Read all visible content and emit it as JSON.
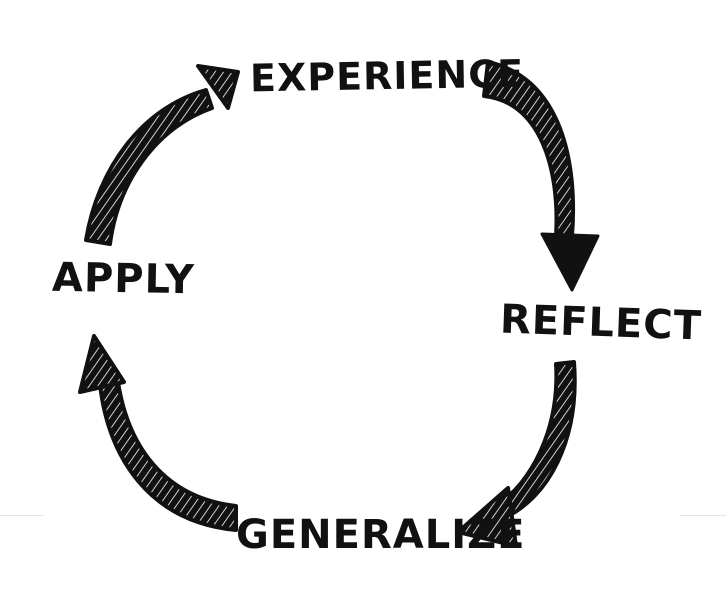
{
  "diagram": {
    "stages": {
      "experience": "EXPERIENCE",
      "reflect": "REFLECT",
      "generalize": "GENERALIZE",
      "apply": "APPLY"
    },
    "colors": {
      "ink": "#111111",
      "hatch": "#ffffff",
      "background": "#ffffff",
      "rule": "#e4e4e4"
    }
  }
}
